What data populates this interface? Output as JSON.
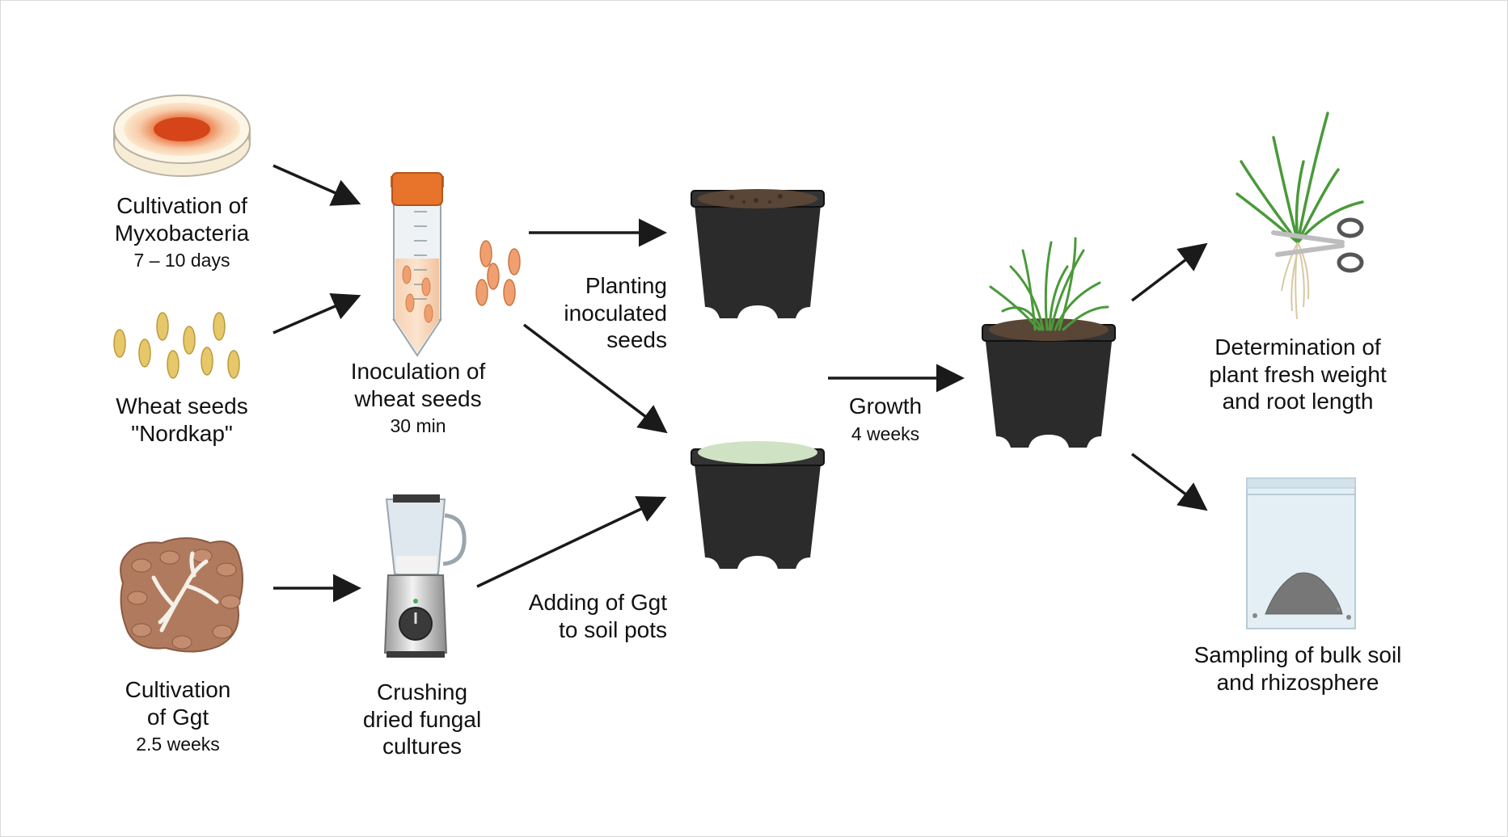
{
  "steps": {
    "myxo": {
      "line1": "Cultivation of",
      "line2": "Myxobacteria",
      "duration": "7 – 10 days"
    },
    "wheat": {
      "line1": "Wheat seeds",
      "line2": "\"Nordkap\""
    },
    "ggt": {
      "line1": "Cultivation",
      "line2": "of  Ggt",
      "duration": "2.5 weeks"
    },
    "inoculation": {
      "line1": "Inoculation of",
      "line2": "wheat seeds",
      "duration": "30 min"
    },
    "crushing": {
      "line1": "Crushing",
      "line2": "dried fungal",
      "line3": "cultures"
    },
    "planting": {
      "line1": "Planting",
      "line2": "inoculated",
      "line3": "seeds"
    },
    "adding": {
      "line1": "Adding of Ggt",
      "line2": "to soil pots"
    },
    "growth": {
      "line1": "Growth",
      "duration": "4 weeks"
    },
    "determination": {
      "line1": "Determination of",
      "line2": "plant fresh weight",
      "line3": "and root length"
    },
    "sampling": {
      "line1": "Sampling of bulk soil",
      "line2": "and rhizosphere"
    }
  },
  "colors": {
    "arrow": "#1a1a1a",
    "pot": "#2b2b2b",
    "soil": "#5a4636",
    "ggt_soil": "#cfe3c4",
    "seed": "#e6c86a",
    "inoculated_seed": "#f0a070",
    "tube_cap": "#e8732a",
    "fungus": "#b07a5e",
    "plant": "#4a9a3a"
  }
}
